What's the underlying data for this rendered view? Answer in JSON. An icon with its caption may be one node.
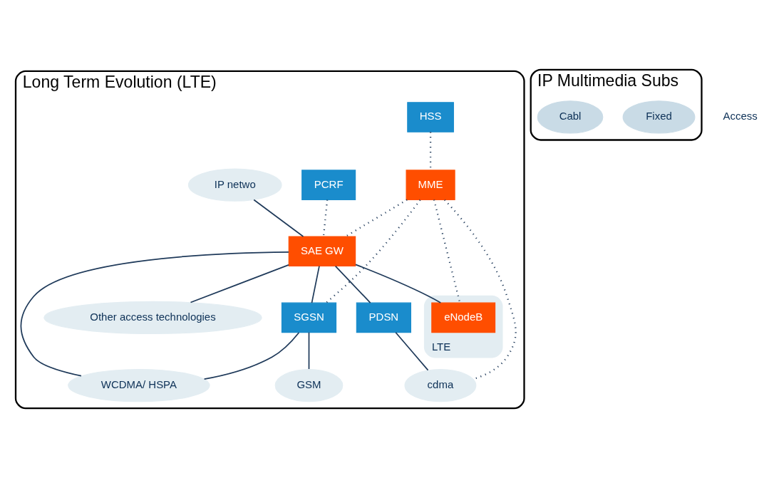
{
  "diagram": {
    "nodes": [
      {
        "text": [
          "Long Term Evolution (LTE)"
        ]
      },
      {
        "text": [
          "IP netwo"
        ],
        "in": 0
      },
      {
        "text": [
          "HSS"
        ],
        "in": 0
      },
      {
        "text": [
          "PCRF"
        ],
        "in": 0
      },
      {
        "text": [
          "MME"
        ],
        "in": 0
      },
      {
        "text": [
          "SAE GW"
        ],
        "in": 0
      },
      {
        "text": [
          "SGSN"
        ],
        "in": 0
      },
      {
        "text": [
          "PDSN"
        ],
        "in": 0
      },
      {
        "text": [
          "GSM"
        ],
        "in": 0
      },
      {
        "text": [
          "WCDMA/ HSPA"
        ],
        "in": 0
      },
      {
        "text": [
          "cdma"
        ],
        "in": 0
      },
      {
        "text": [
          "LTE"
        ],
        "in": 0
      },
      {
        "text": [
          "eNodeB"
        ],
        "in": 11
      },
      {
        "text": [
          "Other access technologies"
        ],
        "in": 0
      },
      {
        "text": [
          "IP Multimedia Subs"
        ]
      },
      {
        "text": [
          "Fixed"
        ],
        "in": 14
      },
      {
        "text": [
          "Cabl"
        ],
        "in": 14
      }
    ],
    "edges": [
      {
        "from": 1,
        "to": 5,
        "arrow": "none"
      },
      {
        "from": 2,
        "to": 4,
        "arrow": "none",
        "style": "dashed"
      },
      {
        "from": 3,
        "to": 5,
        "arrow": "none",
        "style": "dashed"
      },
      {
        "from": 4,
        "to": 5,
        "arrow": "none",
        "style": "dashed"
      },
      {
        "from": 5,
        "to": 6,
        "arrow": "none"
      },
      {
        "from": 4,
        "to": 6,
        "arrow": "none",
        "style": "dashed"
      },
      {
        "from": 5,
        "to": 9,
        "arrow": "none"
      },
      {
        "from": 5,
        "to": 7,
        "arrow": "none"
      },
      {
        "from": 5,
        "to": 12,
        "arrow": "none"
      },
      {
        "from": 5,
        "to": 13,
        "arrow": "none"
      },
      {
        "from": 4,
        "to": 10,
        "arrow": "none",
        "style": "dashed"
      },
      {
        "from": 4,
        "to": 12,
        "arrow": "none",
        "style": "dashed"
      },
      {
        "from": 6,
        "to": 8,
        "arrow": "none"
      },
      {
        "from": 6,
        "to": 9,
        "arrow": "none"
      },
      {
        "from": 7,
        "to": 10,
        "arrow": "none"
      }
    ],
    "labels": [
      "Access"
    ]
  }
}
